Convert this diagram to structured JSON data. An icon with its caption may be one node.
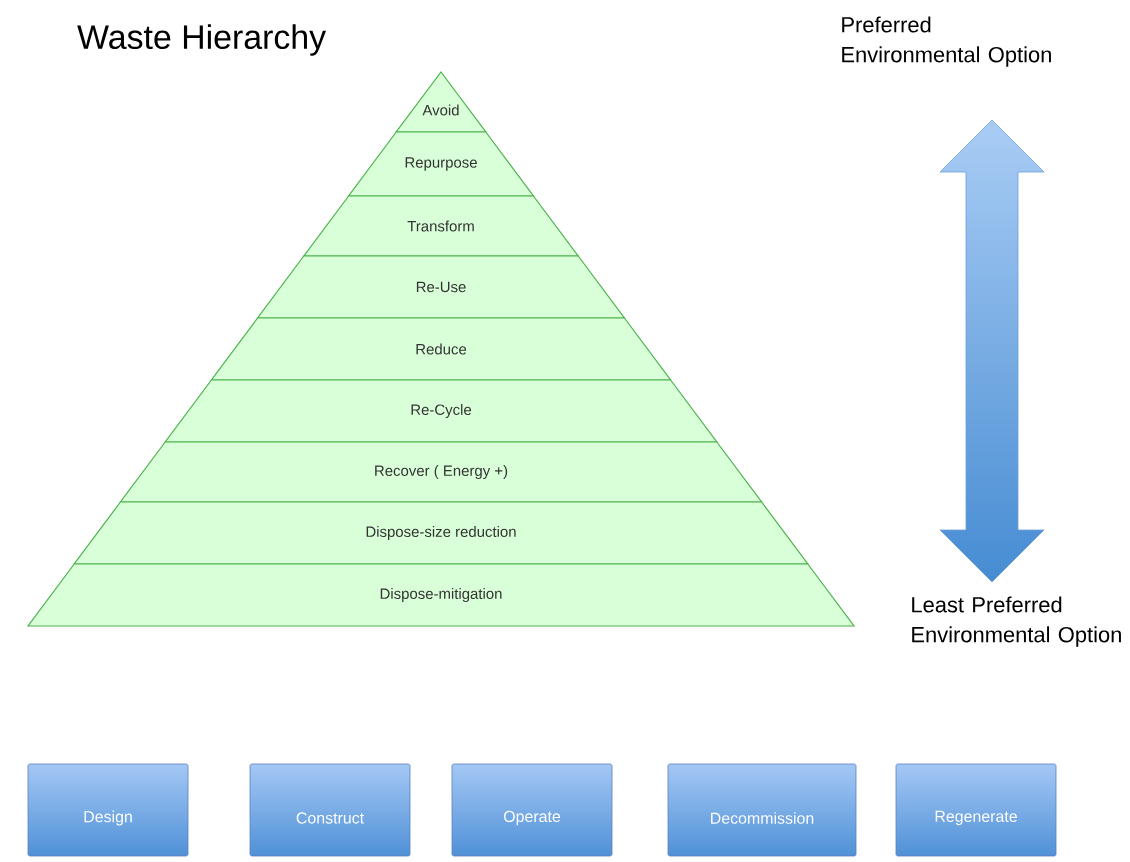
{
  "diagram": {
    "title": "Waste Hierarchy",
    "nodes": [
      {
        "text": [
          "Avoid"
        ]
      },
      {
        "text": [
          "Repurpose"
        ]
      },
      {
        "text": [
          "Transform"
        ]
      },
      {
        "text": [
          "Re-Use"
        ]
      },
      {
        "text": [
          "Reduce"
        ]
      },
      {
        "text": [
          "Re-Cycle"
        ]
      },
      {
        "text": [
          "Recover ( Energy +)"
        ]
      },
      {
        "text": [
          "Dispose-size reduction"
        ]
      },
      {
        "text": [
          "Dispose-mitigation"
        ]
      },
      {
        "text": [
          "Design"
        ]
      },
      {
        "text": [
          "Construct"
        ]
      },
      {
        "text": [
          "Operate"
        ]
      },
      {
        "text": [
          "Decommission"
        ]
      },
      {
        "text": [
          "Regenerate"
        ]
      }
    ],
    "labels": [
      "Preferred Environmental Option",
      "Least Preferred Environmental Option"
    ]
  }
}
